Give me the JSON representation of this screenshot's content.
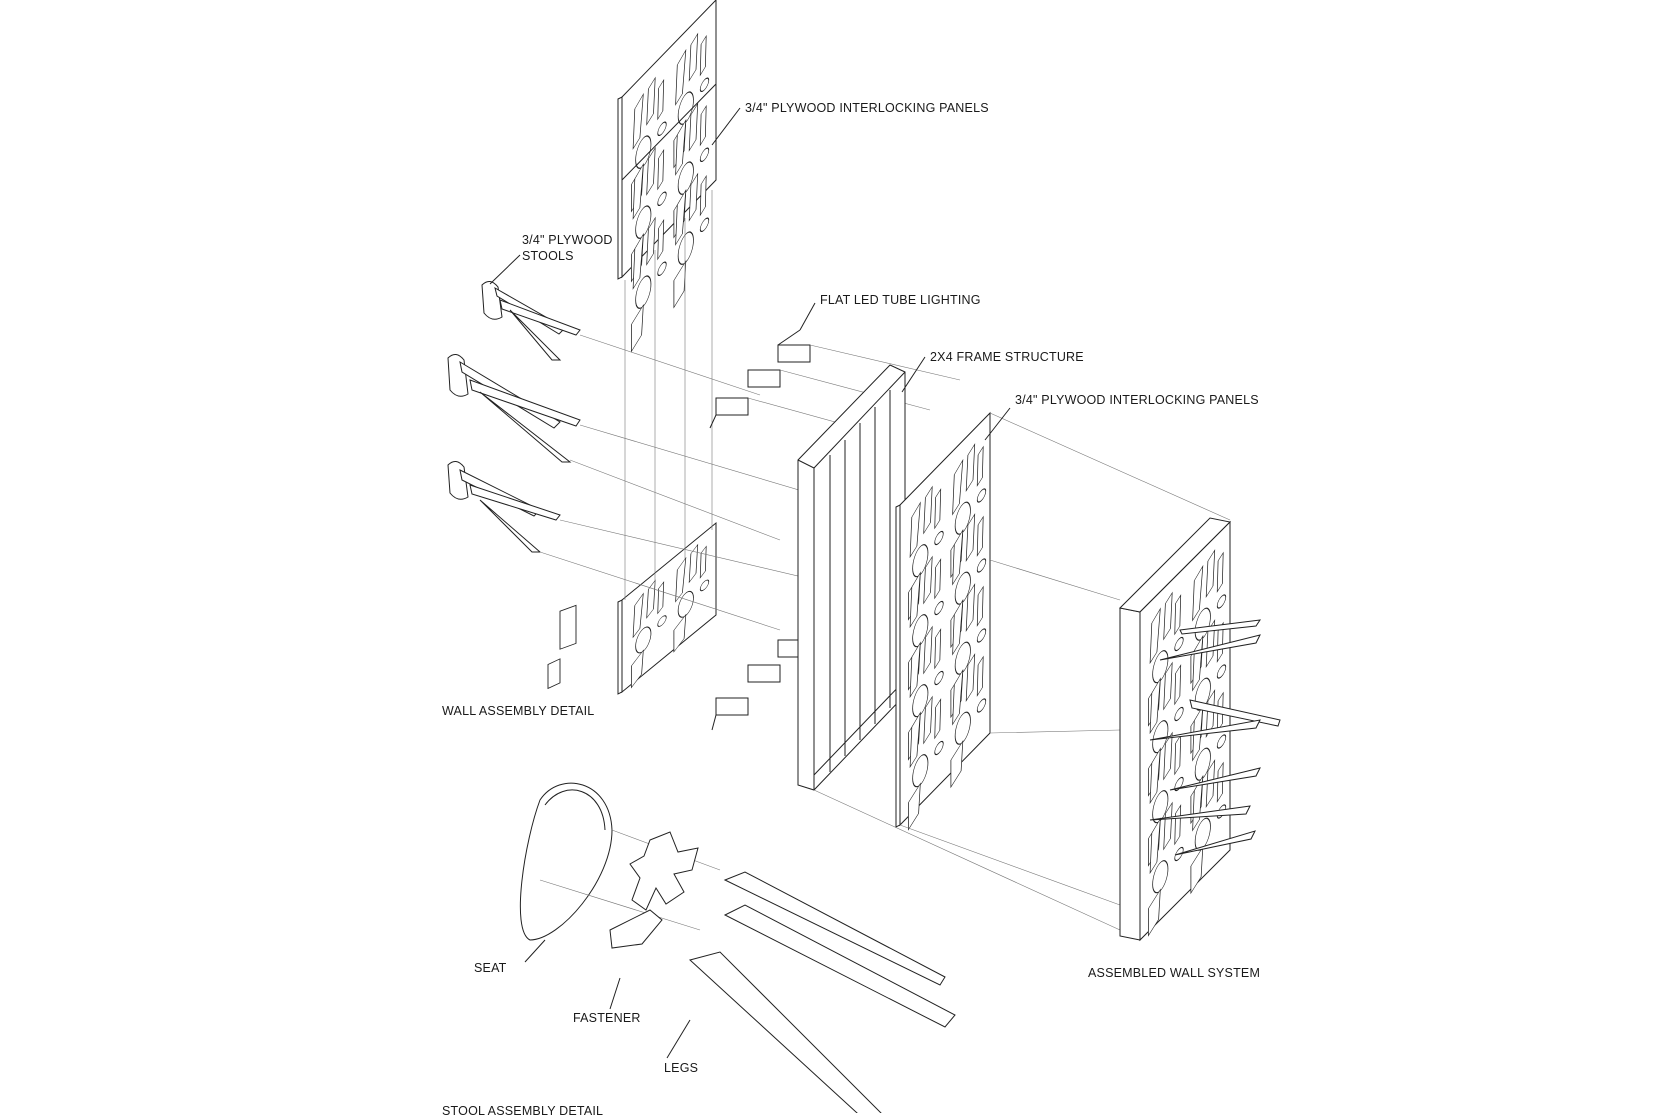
{
  "labels": {
    "plywood_panels_top": "3/4\" PLYWOOD INTERLOCKING PANELS",
    "plywood_stools_line1": "3/4\" PLYWOOD",
    "plywood_stools_line2": "STOOLS",
    "led_lighting": "FLAT LED TUBE LIGHTING",
    "frame_structure": "2X4 FRAME STRUCTURE",
    "plywood_panels_mid": "3/4\" PLYWOOD INTERLOCKING PANELS",
    "wall_assembly_detail": "WALL ASSEMBLY DETAIL",
    "assembled_wall_system": "ASSEMBLED WALL SYSTEM",
    "seat": "SEAT",
    "fastener": "FASTENER",
    "legs": "LEGS",
    "stool_assembly_detail": "STOOL ASSEMBLY DETAIL"
  },
  "colors": {
    "line": "#222222",
    "background": "#ffffff"
  }
}
